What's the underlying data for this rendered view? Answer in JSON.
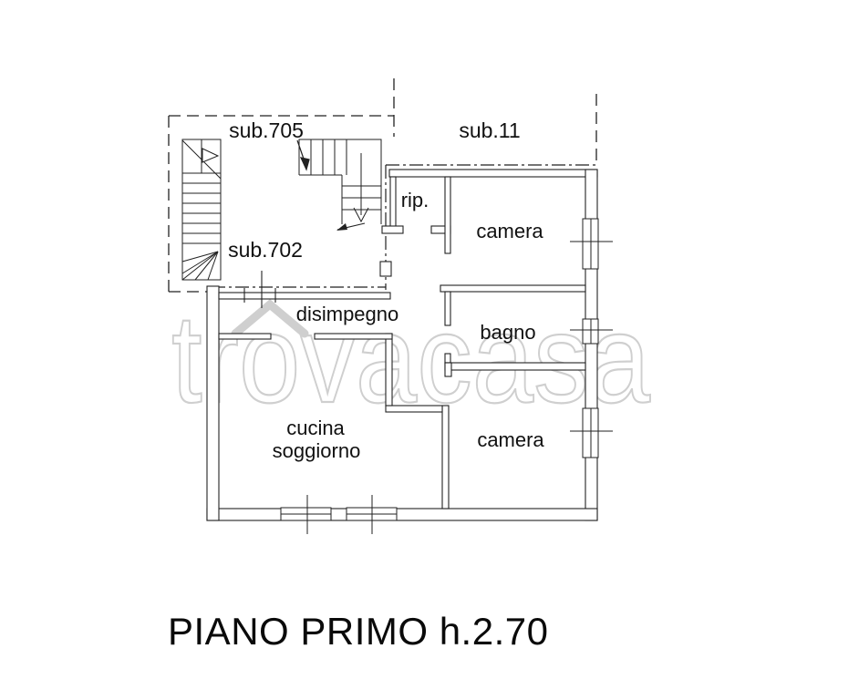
{
  "plan": {
    "watermark": "trovacasa",
    "title": "PIANO PRIMO h.2.70",
    "annotations": {
      "sub705": "sub.705",
      "sub702": "sub.702",
      "sub11": "sub.11"
    },
    "rooms": {
      "rip": "rip.",
      "camera_top": "camera",
      "bagno": "bagno",
      "camera_bottom": "camera",
      "disimpegno": "disimpegno",
      "cucina": "cucina",
      "soggiorno": "soggiorno"
    },
    "colors": {
      "line": "#222222",
      "label_text": "#111111",
      "title_text": "#0a0a0a",
      "watermark": "#cfcfcf",
      "background": "#ffffff"
    }
  }
}
